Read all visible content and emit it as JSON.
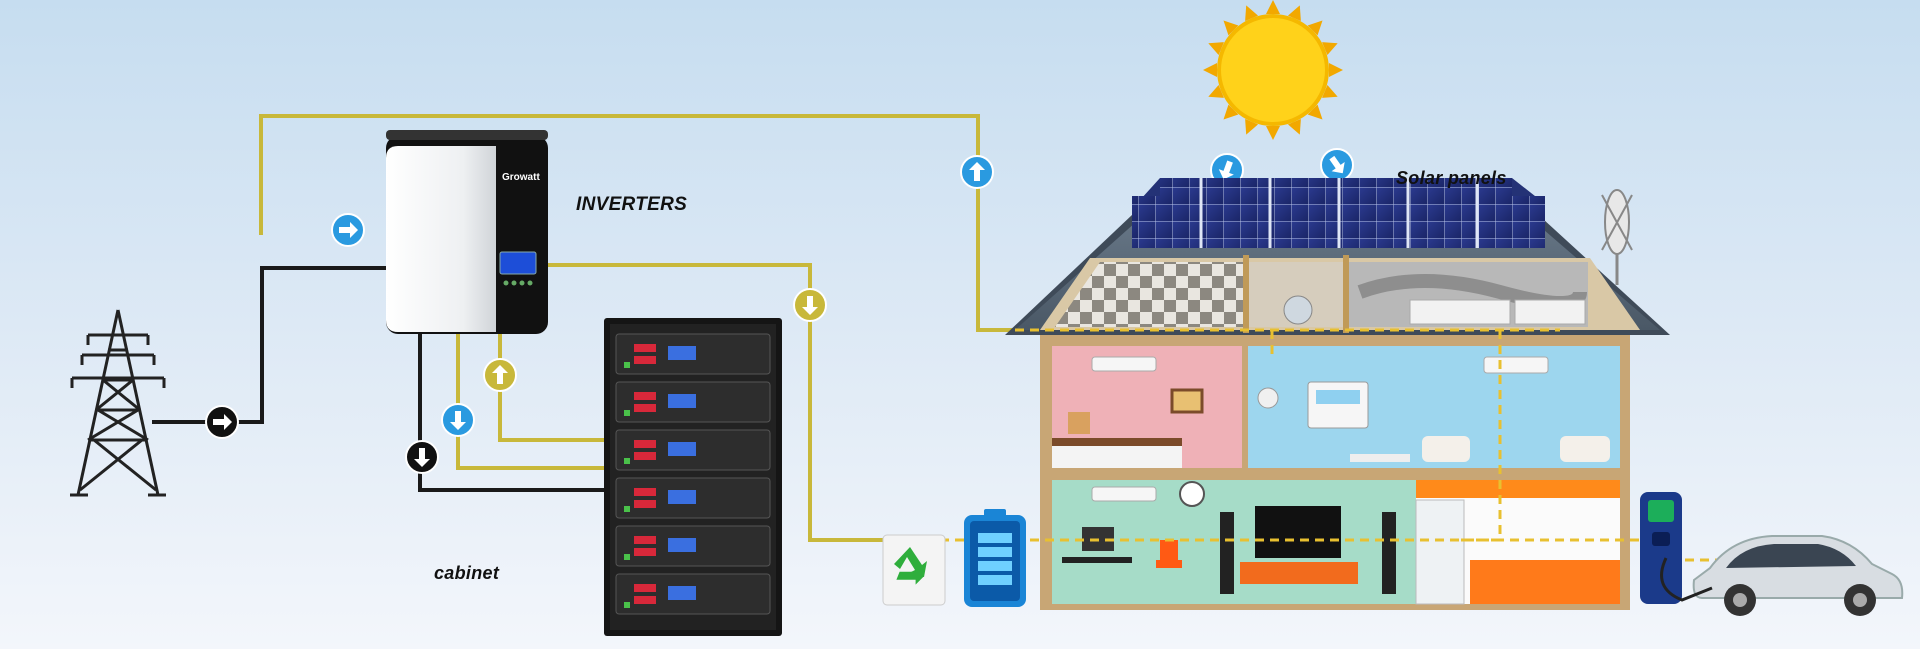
{
  "labels": {
    "inverters": "INVERTERS",
    "cabinet": "cabinet",
    "solar_panels": "Solar panels",
    "inverter_brand": "Growatt"
  },
  "colors": {
    "ac_line": "#c8b83a",
    "dc_line": "#1a1a1a",
    "flow_arrow_blue": "#2a9ae0",
    "flow_arrow_yellow": "#c8b83a",
    "house_circuit": "#e8c030",
    "sun": "#ffd21a"
  },
  "icons": {
    "grid_tower": "transmission-tower-icon",
    "recycle": "recycle-icon",
    "battery": "battery-icon",
    "sun": "sun-icon",
    "wind_turbine": "wind-turbine-icon",
    "ev_charger": "ev-charger-icon",
    "car": "car-icon"
  }
}
